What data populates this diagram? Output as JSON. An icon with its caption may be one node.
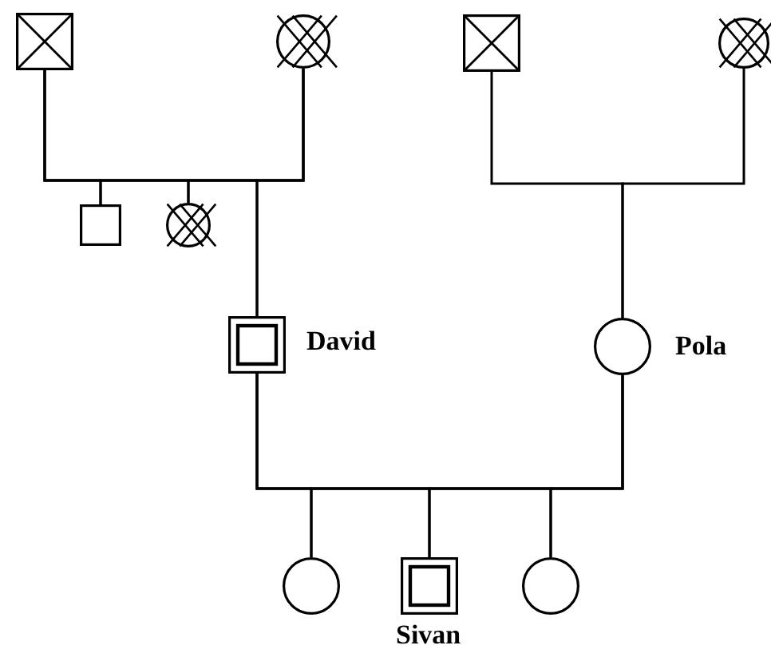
{
  "diagram": {
    "nodes": [
      {
        "text": [],
        "shape": "box"
      },
      {
        "text": [],
        "shape": "circle"
      },
      {
        "text": [],
        "shape": "box"
      },
      {
        "text": [],
        "shape": "circle"
      },
      {
        "text": [],
        "shape": "box"
      },
      {
        "text": [],
        "shape": "circle"
      },
      {
        "text": [],
        "shape": "box",
        "beside": [
          "David"
        ]
      },
      {
        "text": [],
        "shape": "circle",
        "beside": [
          "Pola"
        ]
      },
      {
        "text": [],
        "shape": "circle"
      },
      {
        "text": [],
        "shape": "box",
        "beside": [
          "Sivan"
        ]
      },
      {
        "text": [],
        "shape": "circle"
      }
    ],
    "edges": [
      {
        "from": 0,
        "to": 4,
        "arrow": "none"
      },
      {
        "from": 0,
        "to": 5,
        "arrow": "none"
      },
      {
        "from": 0,
        "to": 6,
        "arrow": "none"
      },
      {
        "from": 1,
        "to": 4,
        "arrow": "none"
      },
      {
        "from": 1,
        "to": 5,
        "arrow": "none"
      },
      {
        "from": 1,
        "to": 6,
        "arrow": "none"
      },
      {
        "from": 2,
        "to": 7,
        "arrow": "none"
      },
      {
        "from": 3,
        "to": 7,
        "arrow": "none"
      },
      {
        "from": 6,
        "to": 8,
        "arrow": "none"
      },
      {
        "from": 6,
        "to": 9,
        "arrow": "none"
      },
      {
        "from": 6,
        "to": 10,
        "arrow": "none"
      },
      {
        "from": 7,
        "to": 8,
        "arrow": "none"
      },
      {
        "from": 7,
        "to": 9,
        "arrow": "none"
      },
      {
        "from": 7,
        "to": 10,
        "arrow": "none"
      }
    ]
  }
}
